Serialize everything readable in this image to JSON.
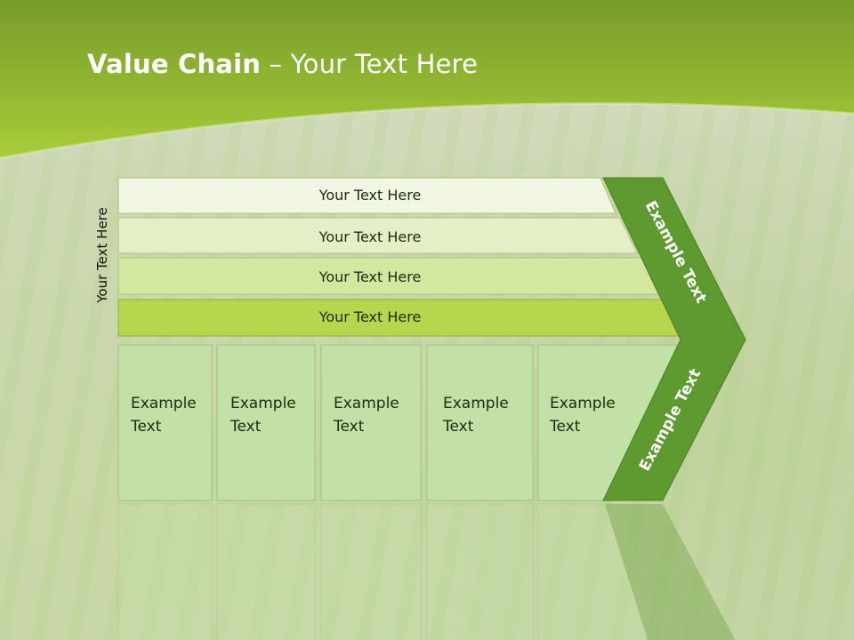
{
  "title": {
    "bold": "Value Chain",
    "rest": " – Your Text Here"
  },
  "side_label": "Your Text Here",
  "bars": [
    "Your Text Here",
    "Your Text Here",
    "Your Text Here",
    "Your Text Here"
  ],
  "boxes": [
    [
      "Example",
      "Text"
    ],
    [
      "Example",
      "Text"
    ],
    [
      "Example",
      "Text"
    ],
    [
      "Example",
      "Text"
    ],
    [
      "Example",
      "Text"
    ]
  ],
  "chevron": {
    "upper": "Example Text",
    "lower": "Example Text"
  },
  "colors": {
    "header_top": "#7fa32c",
    "header_bottom": "#a8cc3a",
    "bar_1": "#f1f7e3",
    "bar_2": "#e4efc8",
    "bar_3": "#d4e79e",
    "bar_4": "#b6d74d",
    "box": "#c3e0a6",
    "chevron": "#5e9a2f"
  }
}
